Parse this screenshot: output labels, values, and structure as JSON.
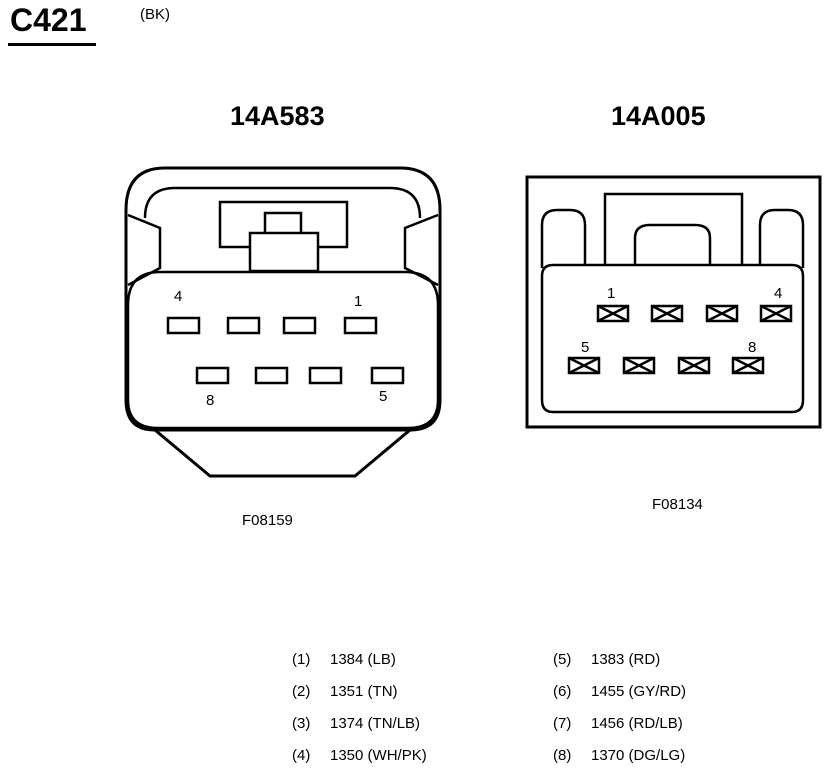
{
  "header": {
    "connector_id": "C421",
    "color_code": "(BK)"
  },
  "left_view": {
    "part_number": "14A583",
    "figure_code": "F08159",
    "pin_labels": [
      "4",
      "1",
      "8",
      "5"
    ]
  },
  "right_view": {
    "part_number": "14A005",
    "figure_code": "F08134",
    "pin_labels": [
      "1",
      "4",
      "5",
      "8"
    ]
  },
  "pin_table": {
    "left_column": [
      {
        "num": "(1)",
        "desc": "1384 (LB)"
      },
      {
        "num": "(2)",
        "desc": "1351 (TN)"
      },
      {
        "num": "(3)",
        "desc": "1374 (TN/LB)"
      },
      {
        "num": "(4)",
        "desc": "1350 (WH/PK)"
      }
    ],
    "right_column": [
      {
        "num": "(5)",
        "desc": "1383 (RD)"
      },
      {
        "num": "(6)",
        "desc": "1455 (GY/RD)"
      },
      {
        "num": "(7)",
        "desc": "1456 (RD/LB)"
      },
      {
        "num": "(8)",
        "desc": "1370 (DG/LG)"
      }
    ]
  }
}
